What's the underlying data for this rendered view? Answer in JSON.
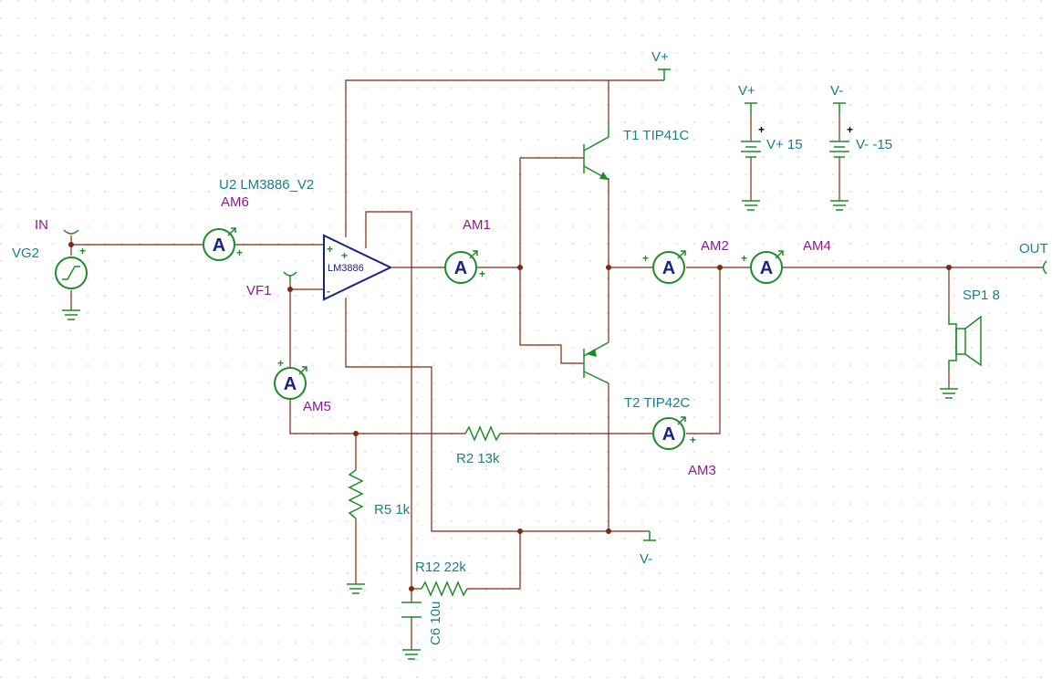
{
  "components": {
    "in_port": "IN",
    "vg2": "VG2",
    "am6": "AM6",
    "u2": "U2 LM3886_V2",
    "opamp_inner": "LM3886",
    "vf1": "VF1",
    "am5": "AM5",
    "am1": "AM1",
    "vplus_top": "V+",
    "t1": "T1 TIP41C",
    "t2": "T2 TIP42C",
    "am2": "AM2",
    "am4": "AM4",
    "am3": "AM3",
    "out_port": "OUT",
    "sp1": "SP1 8",
    "r2": "R2 13k",
    "r5": "R5 1k",
    "r12": "R12 22k",
    "c6": "C6 10u",
    "vminus_bottom": "V-",
    "supply_vplus_node": "V+",
    "supply_vplus": "V+ 15",
    "supply_vminus_node": "V-",
    "supply_vminus": "V- -15"
  },
  "meter_symbol": "A",
  "plus_sign": "+",
  "minus_sign": "-",
  "colors": {
    "wire": "#7a2a10",
    "component": "#1f8a2a",
    "label_name": "#1a7f87",
    "label_meter": "#8a1a8f",
    "meter_text": "#1a237e",
    "grid_dot": "#c8c8c8"
  },
  "icons": [
    "ammeter-icon",
    "voltage-generator-icon",
    "voltmeter-icon",
    "battery-icon",
    "ground-icon",
    "resistor-icon",
    "capacitor-icon",
    "npn-transistor-icon",
    "pnp-transistor-icon",
    "speaker-icon",
    "opamp-icon"
  ]
}
